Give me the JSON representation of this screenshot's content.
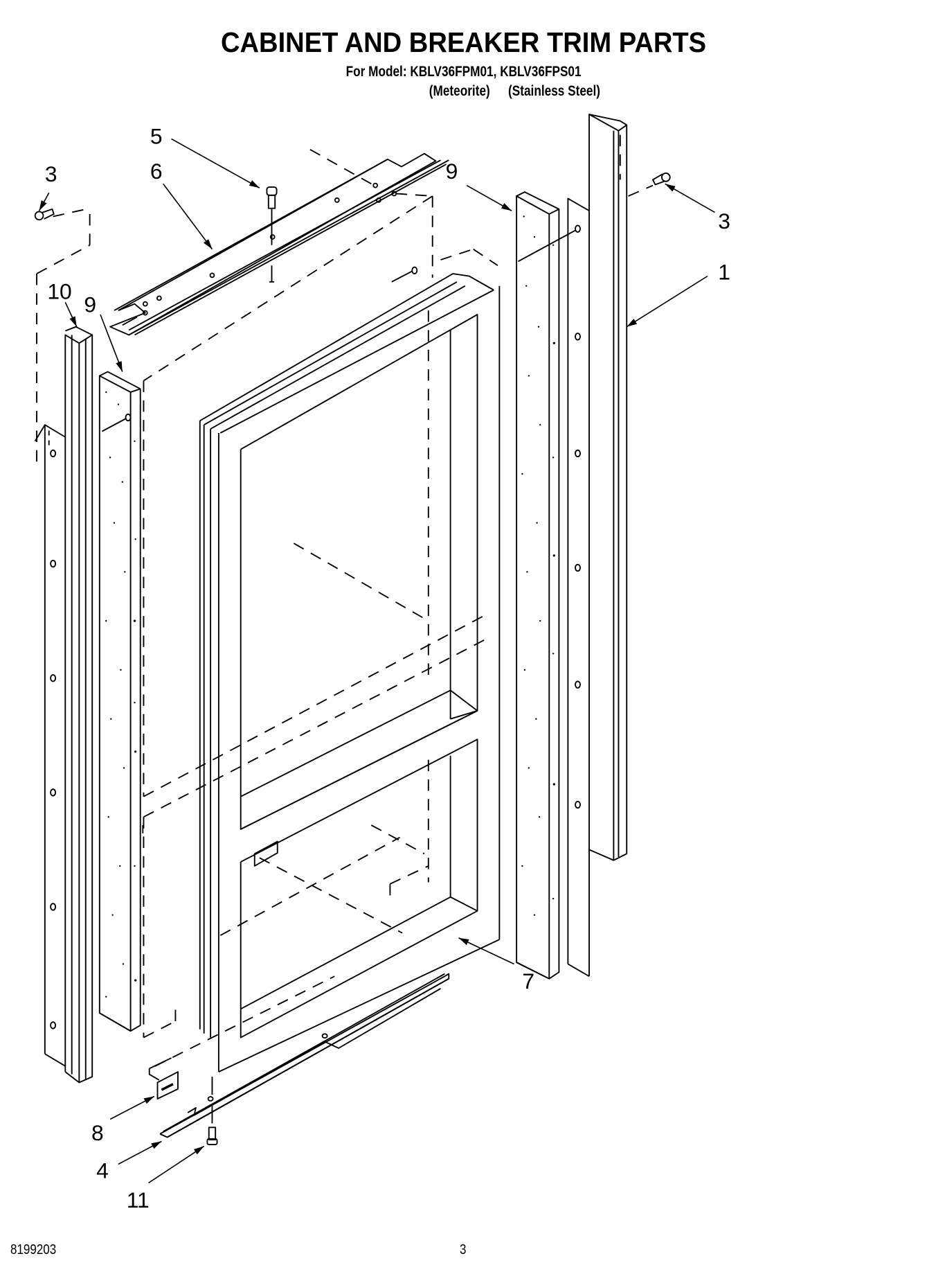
{
  "header": {
    "title": "CABINET AND BREAKER TRIM PARTS",
    "model_line": "For Model: KBLV36FPM01, KBLV36FPS01",
    "variant_1": "(Meteorite)",
    "variant_2": "(Stainless Steel)"
  },
  "callouts": [
    {
      "id": "c5",
      "label": "5"
    },
    {
      "id": "c6",
      "label": "6"
    },
    {
      "id": "c3-left",
      "label": "3"
    },
    {
      "id": "c9-right",
      "label": "9"
    },
    {
      "id": "c3-right",
      "label": "3"
    },
    {
      "id": "c1",
      "label": "1"
    },
    {
      "id": "c10",
      "label": "10"
    },
    {
      "id": "c9-left",
      "label": "9"
    },
    {
      "id": "c7",
      "label": "7"
    },
    {
      "id": "c8",
      "label": "8"
    },
    {
      "id": "c4",
      "label": "4"
    },
    {
      "id": "c11",
      "label": "11"
    }
  ],
  "footer": {
    "doc_number": "8199203",
    "page_number": "3"
  },
  "colors": {
    "ink": "#000000",
    "paper": "#ffffff"
  }
}
